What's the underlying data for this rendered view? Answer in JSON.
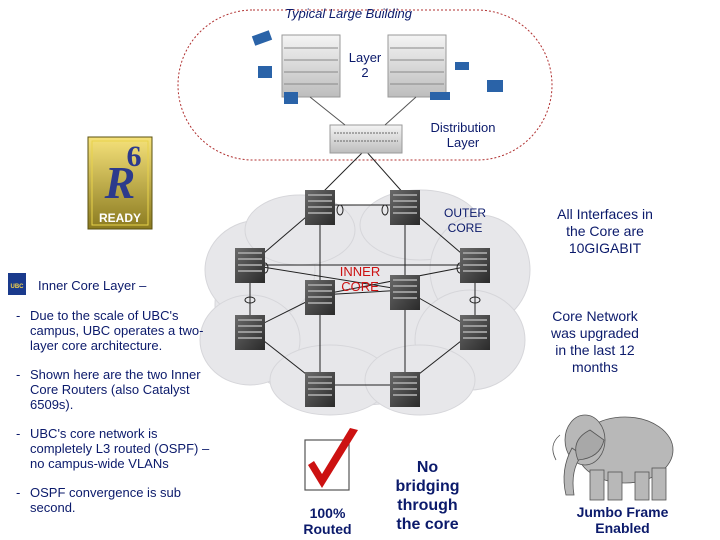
{
  "labels": {
    "building_title": "Typical Large Building",
    "layer2_line1": "Layer",
    "layer2_line2": "2",
    "distribution_line1": "Distribution",
    "distribution_line2": "Layer",
    "outer_core_line1": "OUTER",
    "outer_core_line2": "CORE",
    "inner_core_line1": "INNER",
    "inner_core_line2": "CORE",
    "core_interfaces": [
      "All Interfaces in",
      "the Core are",
      "10GIGABIT"
    ],
    "core_upgraded": [
      "Core Network",
      "was upgraded",
      "in the last 12",
      "months"
    ],
    "routed": [
      "100%",
      "Routed"
    ],
    "no_bridging": [
      "No",
      "bridging",
      "through",
      "the core"
    ],
    "jumbo": [
      "Jumbo Frame",
      "Enabled"
    ]
  },
  "badges": {
    "ipv6_ready": "READY",
    "ubc_logo": "UBC"
  },
  "left_panel": {
    "title": "Inner Core Layer –",
    "bullets": [
      "Due to the scale of UBC's campus, UBC operates a two-layer core architecture.",
      "Shown here are the two Inner Core Routers (also Catalyst 6509s).",
      "UBC's core network is completely L3 routed (OSPF) – no campus-wide VLANs",
      "OSPF convergence is sub second."
    ]
  },
  "icons": {
    "checkmark": "checkmark-icon",
    "elephant": "elephant-icon",
    "router": "router-icon",
    "switch": "switch-icon",
    "device": "device-icon"
  },
  "colors": {
    "text": "#0b1a6b",
    "accent_red": "#cc1111",
    "cloud": "#e7e7ea",
    "building_border": "#b03030"
  }
}
